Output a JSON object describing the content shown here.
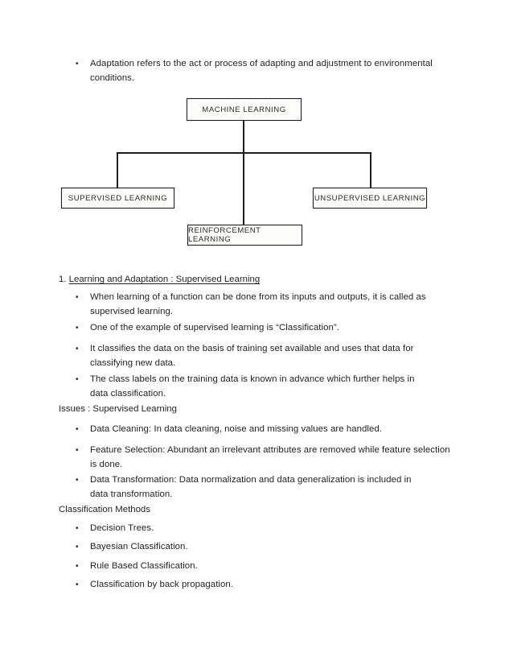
{
  "document": {
    "intro_bullet": "Adaptation refers to the act or process of adapting and adjustment to environmental conditions.",
    "diagram": {
      "name": "machine-learning-taxonomy",
      "root": {
        "label": "MACHINE LEARNING"
      },
      "children": [
        {
          "label": "SUPERVISED LEARNING"
        },
        {
          "label": "REINFORCEMENT LEARNING"
        },
        {
          "label": "UNSUPERVISED LEARNING"
        }
      ],
      "line_color": "#1c1c1c",
      "box_fill": "#fcfcfa"
    },
    "section_1": {
      "number": "1.",
      "heading": "Learning and Adaptation : Supervised Learning",
      "bullets": [
        "When learning of a function can be done from its inputs and outputs, it is called as supervised learning.",
        "One of the example of supervised learning is “Classification”.",
        "It classifies the data on the basis of training set available and uses that data for classifying new data.",
        "The class labels on the training data is known in advance which further helps in data classification."
      ]
    },
    "issues": {
      "heading": "Issues : Supervised Learning",
      "bullets": [
        "Data Cleaning: In data cleaning, noise and missing values are handled.",
        "Feature Selection: Abundant an irrelevant attributes are removed while feature selection is done.",
        "Data Transformation: Data normalization and data generalization is included in data transformation."
      ]
    },
    "classification_methods": {
      "heading": "Classification Methods",
      "bullets": [
        "Decision Trees.",
        "Bayesian Classification.",
        "Rule Based Classification.",
        "Classification by back propagation."
      ]
    },
    "bullet_glyph": "•"
  }
}
